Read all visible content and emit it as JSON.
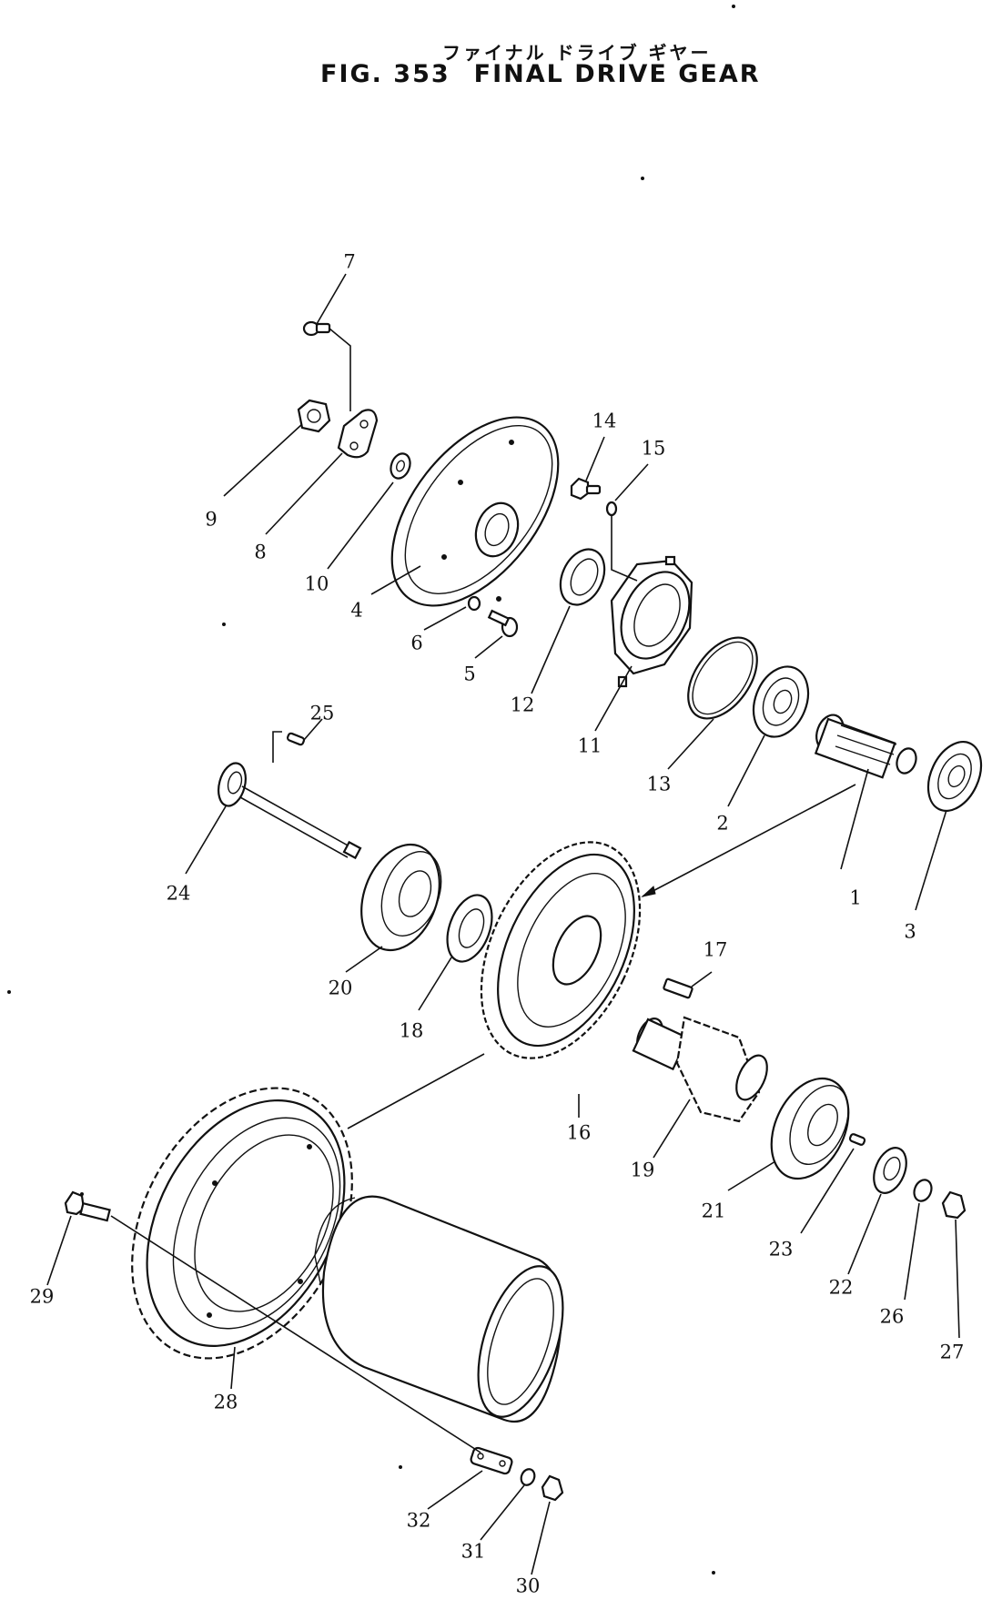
{
  "header": {
    "title_jp": "ファイナル ドライブ ギヤー",
    "fig_label": "FIG. 353",
    "title": "FINAL DRIVE GEAR"
  },
  "callouts": [
    "1",
    "2",
    "3",
    "4",
    "5",
    "6",
    "7",
    "8",
    "9",
    "10",
    "11",
    "12",
    "13",
    "14",
    "15",
    "16",
    "17",
    "18",
    "19",
    "20",
    "21",
    "22",
    "23",
    "24",
    "25",
    "26",
    "27",
    "28",
    "29",
    "30",
    "31",
    "32"
  ]
}
